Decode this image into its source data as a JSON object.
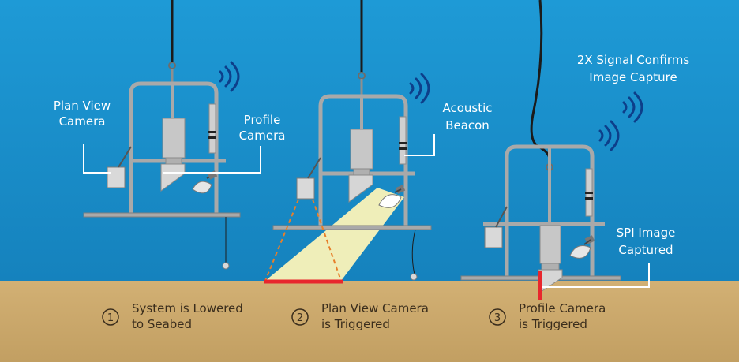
{
  "colors": {
    "water_top": "#1e9ad6",
    "water_bottom": "#1582bd",
    "seabed": "#c9a66b",
    "frame": "#b5b5b5",
    "frame_stroke": "#8f8f8f",
    "light_beam": "#fbf3b8",
    "capture_red": "#e8262d",
    "callout": "#ffffff",
    "text_dark": "#3a2d1c"
  },
  "labels": {
    "plan_view_camera": [
      "Plan View",
      "Camera"
    ],
    "profile_camera": [
      "Profile",
      "Camera"
    ],
    "acoustic_beacon": [
      "Acoustic",
      "Beacon"
    ],
    "signal_confirms": [
      "2X Signal Confirms",
      "Image Capture"
    ],
    "spi_image": [
      "SPI Image",
      "Captured"
    ]
  },
  "steps": [
    {
      "number": "1",
      "lines": [
        "System is Lowered",
        "to Seabed"
      ]
    },
    {
      "number": "2",
      "lines": [
        "Plan View Camera",
        "is Triggered"
      ]
    },
    {
      "number": "3",
      "lines": [
        "Profile Camera",
        "is Triggered"
      ]
    }
  ],
  "icons": [
    "signal-waves-icon",
    "flash-lamp-icon",
    "step-number-badge"
  ]
}
